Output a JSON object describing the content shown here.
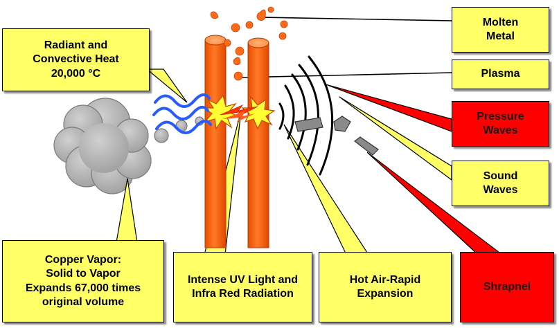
{
  "labels": {
    "radiant_heat": [
      "Radiant and",
      "Convective Heat",
      "20,000 °C"
    ],
    "molten_metal": [
      "Molten",
      "Metal"
    ],
    "plasma": [
      "Plasma"
    ],
    "pressure_waves": [
      "Pressure",
      "Waves"
    ],
    "sound_waves": [
      "Sound",
      "Waves"
    ],
    "copper_vapor": [
      "Copper Vapor:",
      "Solid to Vapor",
      "Expands 67,000 times",
      "original volume"
    ],
    "uv_light": [
      "Intense UV Light and",
      "Infra Red Radiation"
    ],
    "hot_air": [
      "Hot Air-Rapid",
      "Expansion"
    ],
    "shrapnel": [
      "Shrapnel"
    ]
  },
  "colors": {
    "callout_yellow": "#ffff66",
    "callout_red": "#ff0000",
    "conductor_orange": "#ff6a1a",
    "heat_wave_blue": "#2a5bff",
    "smoke_gray": "#b5b5b5",
    "arc_red": "#ff3300"
  },
  "icons": [
    "copper-conductor",
    "arc-flash",
    "molten-droplet",
    "smoke-cloud",
    "heat-wave",
    "pressure-wave-arc",
    "shrapnel-fragment"
  ]
}
